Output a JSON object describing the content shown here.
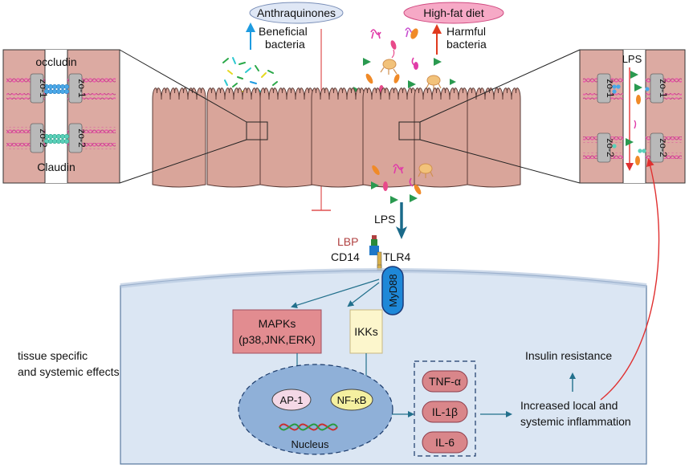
{
  "inputs": {
    "anthraquinones": "Anthraquinones",
    "high_fat_diet": "High-fat diet"
  },
  "bacteria": {
    "beneficial_line1": "Beneficial",
    "beneficial_line2": "bacteria",
    "harmful_line1": "Harmful",
    "harmful_line2": "bacteria"
  },
  "left_zoom": {
    "occludin": "occludin",
    "claudin": "Claudin",
    "zo1": "zo-1",
    "zo2": "zo-2"
  },
  "right_zoom": {
    "lps": "LPS",
    "zo1": "zo-1",
    "zo2": "zo-2"
  },
  "receptor": {
    "lps": "LPS",
    "lbp": "LBP",
    "cd14": "CD14",
    "tlr4": "TLR4",
    "myd88": "MyD88"
  },
  "cell": {
    "mapks_line1": "MAPKs",
    "mapks_line2": "(p38,JNK,ERK)",
    "ikks": "IKKs",
    "ap1": "AP-1",
    "nfkb": "NF-κB",
    "nucleus": "Nucleus",
    "cytokines": [
      "TNF-α",
      "IL-1β",
      "IL-6"
    ]
  },
  "effects": {
    "tissue_line1": "tissue specific",
    "tissue_line2": "and systemic effects",
    "insulin": "Insulin resistance",
    "inflam_line1": "Increased local and",
    "inflam_line2": "systemic inflammation"
  },
  "colors": {
    "villus": "#d9a59a",
    "villus_stroke": "#5a3a35",
    "zoom_bg": "#dcaaa2",
    "cell_bg": "#dbe6f3",
    "nucleus": "#8fb0d8",
    "arrow_blue": "#22708c",
    "inhibit_red": "#e05050",
    "up_blue": "#1e9be0",
    "up_red": "#e03a1e"
  }
}
